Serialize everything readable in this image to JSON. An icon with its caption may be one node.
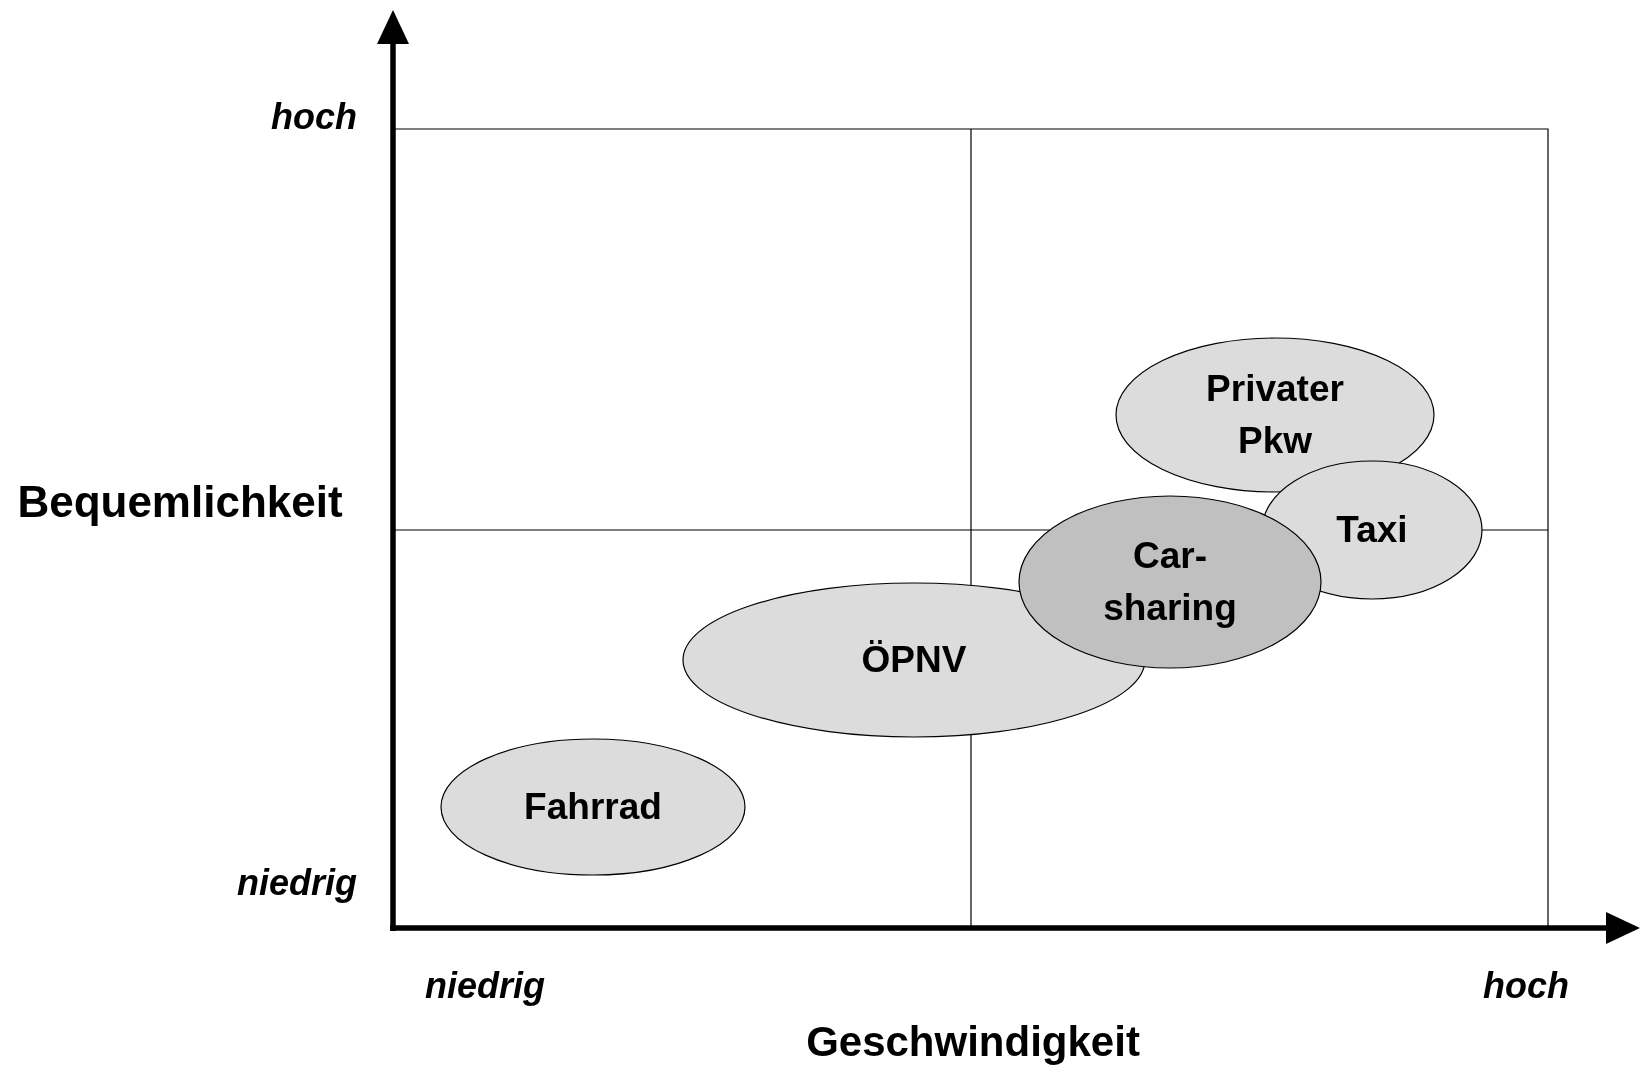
{
  "diagram": {
    "nodes": [
      {
        "text": [
          "Privater Pkw"
        ]
      },
      {
        "text": [
          "Taxi"
        ]
      },
      {
        "text": [
          "Car- sharing"
        ]
      },
      {
        "text": [
          "ÖPNV"
        ]
      },
      {
        "text": [
          "Fahrrad"
        ]
      }
    ],
    "labels": [
      "hoch",
      "Bequemlichkeit",
      "niedrig",
      "niedrig",
      "hoch",
      "Geschwindigkeit"
    ]
  }
}
